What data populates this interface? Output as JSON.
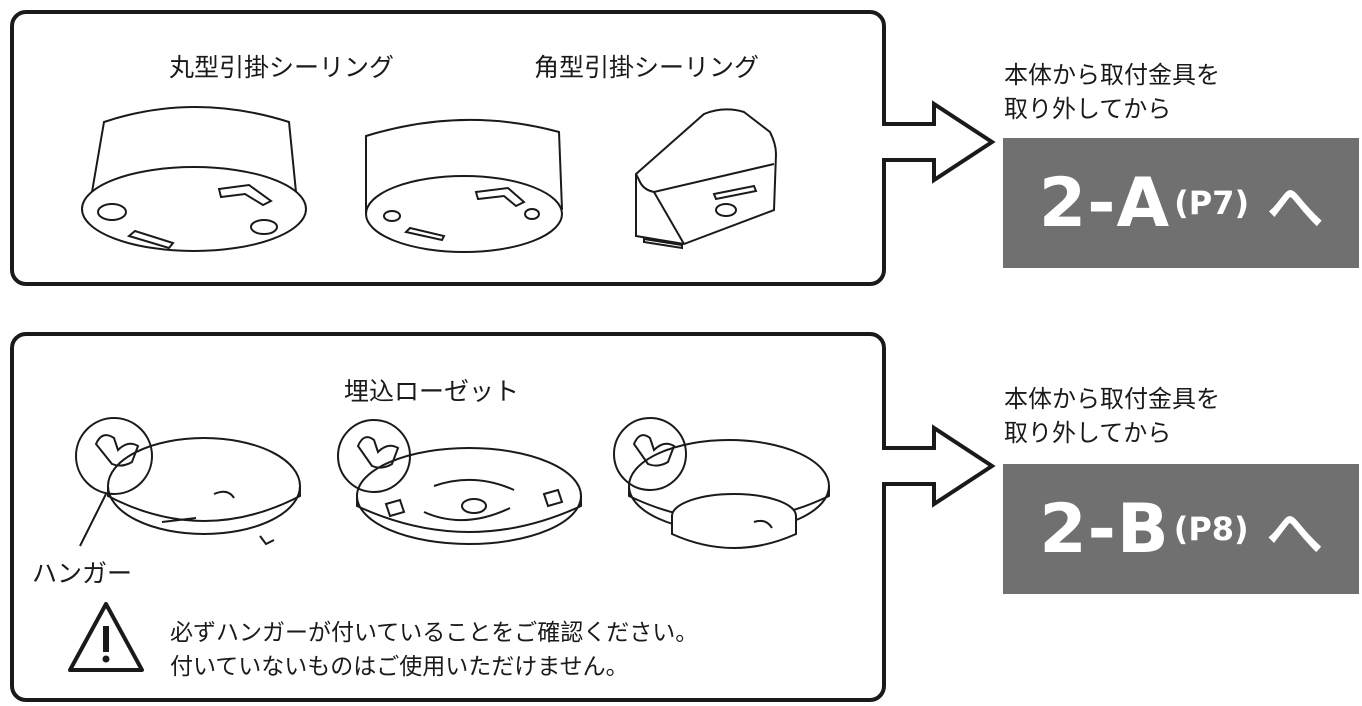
{
  "top_panel": {
    "label_round": "丸型引掛シーリング",
    "label_square": "角型引掛シーリング"
  },
  "bottom_panel": {
    "label_embedded": "埋込ローゼット",
    "label_hanger": "ハンガー",
    "warning_line1": "必ずハンガーが付いていることをご確認ください。",
    "warning_line2": "付いていないものはご使用いただけません。"
  },
  "right_top": {
    "desc_line1": "本体から取付金具を",
    "desc_line2": "取り外してから",
    "code": "2-A",
    "page": "(P7)",
    "suffix": "へ"
  },
  "right_bottom": {
    "desc_line1": "本体から取付金具を",
    "desc_line2": "取り外してから",
    "code": "2-B",
    "page": "(P8)",
    "suffix": "へ"
  },
  "icons": [
    "warning-triangle-icon",
    "right-arrow-icon"
  ]
}
